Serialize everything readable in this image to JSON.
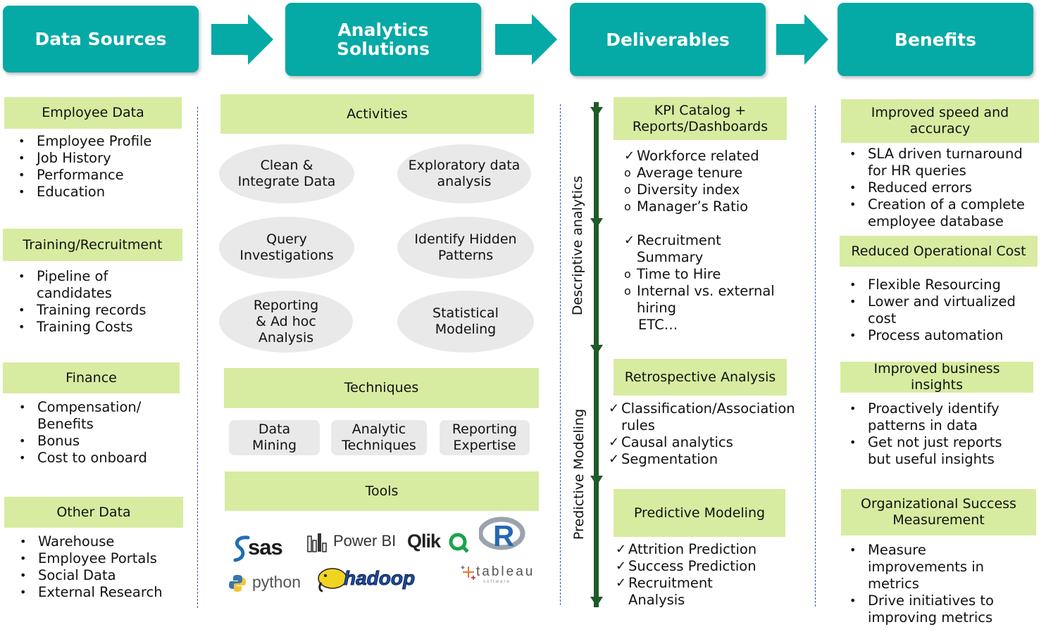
{
  "headers": {
    "data_sources": "Data Sources",
    "analytics_line1": "Analytics",
    "analytics_line2": "Solutions",
    "deliverables": "Deliverables",
    "benefits": "Benefits"
  },
  "data_sources": {
    "employee": {
      "title": "Employee Data",
      "items": [
        "Employee Profile",
        "Job History",
        "Performance",
        "Education"
      ]
    },
    "training": {
      "title": "Training/Recruitment",
      "items": [
        "Pipeline of candidates",
        "Training records",
        "Training Costs"
      ]
    },
    "finance": {
      "title": "Finance",
      "items": [
        "Compensation/ Benefits",
        "Bonus",
        "Cost to onboard"
      ]
    },
    "other": {
      "title": "Other Data",
      "items": [
        "Warehouse",
        "Employee Portals",
        "Social Data",
        "External Research"
      ]
    }
  },
  "analytics": {
    "activities_title": "Activities",
    "activities": [
      "Clean & Integrate Data",
      "Exploratory data analysis",
      "Query Investigations",
      "Identify Hidden Patterns",
      "Reporting & Ad hoc Analysis",
      "Statistical Modeling"
    ],
    "techniques_title": "Techniques",
    "techniques": [
      "Data Mining",
      "Analytic Techniques",
      "Reporting Expertise"
    ],
    "tools_title": "Tools",
    "tools": {
      "sas": "sas",
      "powerbi": "Power BI",
      "qlik": "Qlik",
      "r": "R",
      "python": "python",
      "hadoop": "hadoop",
      "tableau": "tableau",
      "tableau_sub": "software"
    }
  },
  "deliverables": {
    "descriptive_label": "Descriptive analytics",
    "predictive_label": "Predictive Modeling",
    "kpi": {
      "title": "KPI Catalog + Reports/Dashboards",
      "workforce": "Workforce related",
      "workforce_items": [
        "Average tenure",
        "Diversity index",
        "Manager’s Ratio"
      ],
      "recruitment": "Recruitment Summary",
      "recruitment_items": [
        "Time to Hire",
        "Internal vs. external hiring"
      ],
      "etc": "ETC…"
    },
    "retro": {
      "title": "Retrospective Analysis",
      "items": [
        "Classification/Association rules",
        "Causal analytics",
        "Segmentation"
      ]
    },
    "predictive": {
      "title": "Predictive Modeling",
      "items": [
        "Attrition Prediction",
        "Success Prediction",
        "Recruitment Analysis"
      ]
    }
  },
  "benefits": {
    "speed": {
      "title": "Improved speed and accuracy",
      "items": [
        "SLA driven turnaround for HR queries",
        "Reduced errors",
        "Creation of a complete employee database"
      ]
    },
    "cost": {
      "title": "Reduced Operational Cost",
      "items": [
        "Flexible Resourcing",
        "Lower and virtualized cost",
        "Process automation"
      ]
    },
    "insights": {
      "title": "Improved business insights",
      "items": [
        "Proactively identify patterns in data",
        "Get not just  reports but useful insights"
      ]
    },
    "success": {
      "title": "Organizational Success Measurement",
      "items": [
        "Measure improvements in metrics",
        "Drive initiatives to improving  metrics"
      ]
    }
  },
  "colors": {
    "teal": "#05a9a5",
    "light_green": "#d7eca1",
    "grey": "#e9e9e9",
    "dark_green": "#1e5a2a"
  }
}
